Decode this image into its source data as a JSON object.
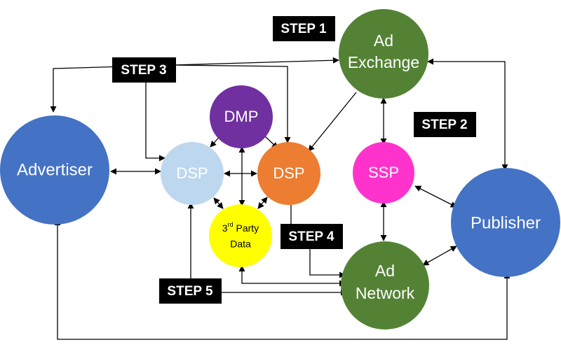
{
  "colors": {
    "advertiser": "#4472C4",
    "publisher": "#4472C4",
    "ad_exchange": "#548235",
    "ad_network": "#548235",
    "dmp": "#7030A0",
    "dsp_left": "#BDD7EE",
    "dsp_right": "#ED7D31",
    "ssp": "#FF33CC",
    "third_party": "#FFFF00",
    "step_bg": "#000000",
    "step_text": "#FFFFFF"
  },
  "nodes": {
    "advertiser": "Advertiser",
    "publisher": "Publisher",
    "ad_exchange_line1": "Ad",
    "ad_exchange_line2": "Exchange",
    "ad_network_line1": "Ad",
    "ad_network_line2": "Network",
    "dmp": "DMP",
    "dsp_left": "DSP",
    "dsp_right": "DSP",
    "ssp": "SSP",
    "third_party_num": "3",
    "third_party_sup": "rd",
    "third_party_line1_rest": " Party",
    "third_party_line2": "Data"
  },
  "steps": {
    "step1": "STEP 1",
    "step2": "STEP 2",
    "step3": "STEP 3",
    "step4": "STEP 4",
    "step5": "STEP 5"
  }
}
